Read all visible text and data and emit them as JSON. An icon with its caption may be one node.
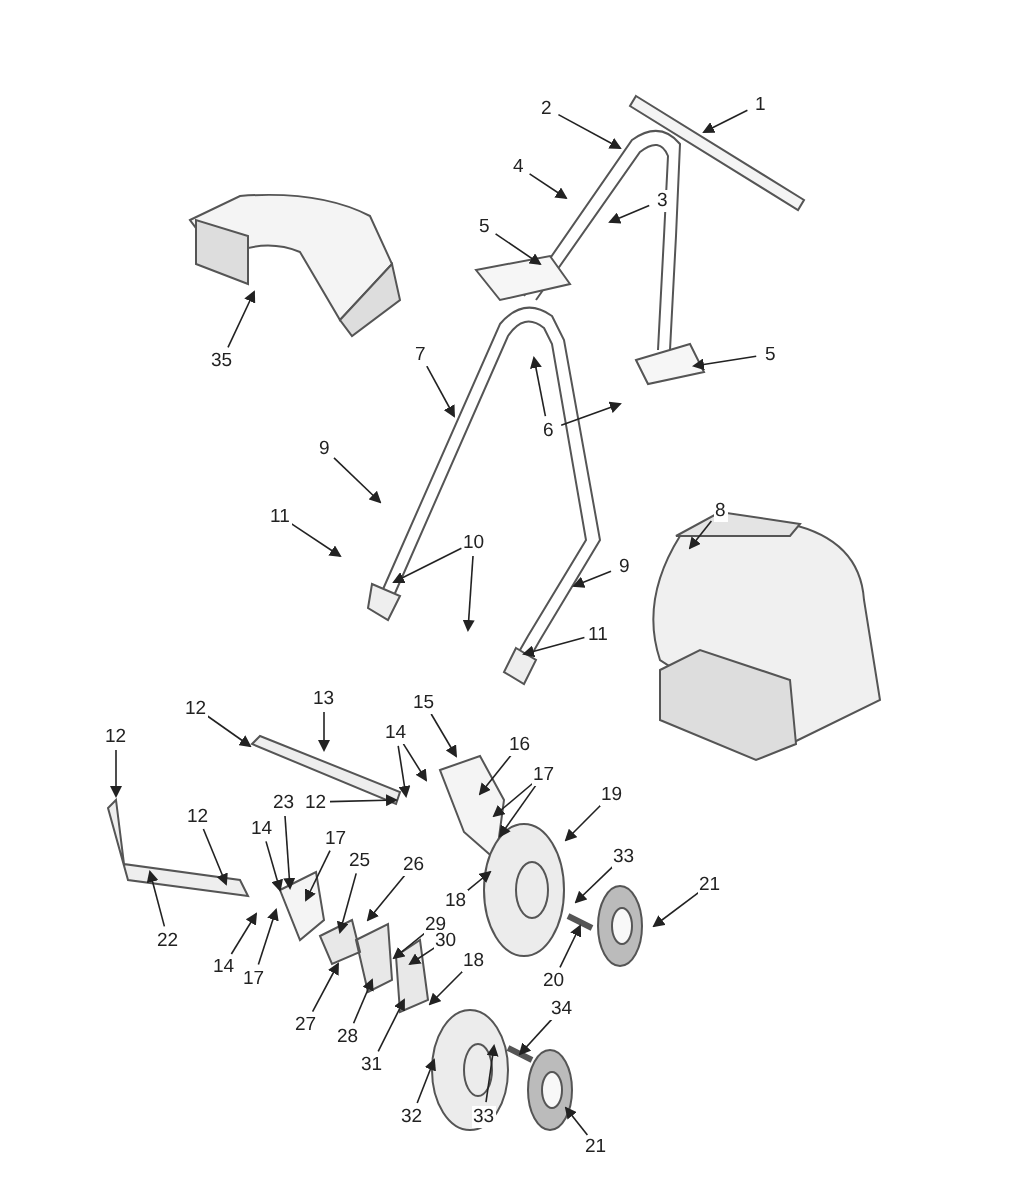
{
  "diagram": {
    "nodes": [
      {
        "text": [
          "1"
        ]
      },
      {
        "text": [
          "2"
        ]
      },
      {
        "text": [
          "4"
        ]
      },
      {
        "text": [
          "3"
        ]
      },
      {
        "text": [
          "5"
        ]
      },
      {
        "text": [
          "35"
        ]
      },
      {
        "text": [
          "7"
        ]
      },
      {
        "text": [
          "5"
        ]
      },
      {
        "text": [
          "6"
        ]
      },
      {
        "text": [
          "9"
        ]
      },
      {
        "text": [
          "11"
        ]
      },
      {
        "text": [
          "10"
        ]
      },
      {
        "text": [
          "8"
        ]
      },
      {
        "text": [
          "9"
        ]
      },
      {
        "text": [
          "11"
        ]
      },
      {
        "text": [
          "13"
        ]
      },
      {
        "text": [
          "12"
        ]
      },
      {
        "text": [
          "15"
        ]
      },
      {
        "text": [
          "12"
        ]
      },
      {
        "text": [
          "14"
        ]
      },
      {
        "text": [
          "16"
        ]
      },
      {
        "text": [
          "17"
        ]
      },
      {
        "text": [
          "12"
        ]
      },
      {
        "text": [
          "12"
        ]
      },
      {
        "text": [
          "23"
        ]
      },
      {
        "text": [
          "14"
        ]
      },
      {
        "text": [
          "17"
        ]
      },
      {
        "text": [
          "19"
        ]
      },
      {
        "text": [
          "25"
        ]
      },
      {
        "text": [
          "26"
        ]
      },
      {
        "text": [
          "18"
        ]
      },
      {
        "text": [
          "29"
        ]
      },
      {
        "text": [
          "33"
        ]
      },
      {
        "text": [
          "30"
        ]
      },
      {
        "text": [
          "21"
        ]
      },
      {
        "text": [
          "22"
        ]
      },
      {
        "text": [
          "18"
        ]
      },
      {
        "text": [
          "14"
        ]
      },
      {
        "text": [
          "17"
        ]
      },
      {
        "text": [
          "20"
        ]
      },
      {
        "text": [
          "34"
        ]
      },
      {
        "text": [
          "27"
        ]
      },
      {
        "text": [
          "28"
        ]
      },
      {
        "text": [
          "31"
        ]
      },
      {
        "text": [
          "33"
        ]
      },
      {
        "text": [
          "32"
        ]
      },
      {
        "text": [
          "21"
        ]
      }
    ],
    "edges": [
      {
        "from": 0,
        "to": null,
        "arrow": "to"
      },
      {
        "from": 1,
        "to": null,
        "arrow": "to"
      },
      {
        "from": 2,
        "to": null,
        "arrow": "to"
      },
      {
        "from": 3,
        "to": null,
        "arrow": "to"
      },
      {
        "from": 4,
        "to": null,
        "arrow": "to"
      },
      {
        "from": 5,
        "to": null,
        "arrow": "to"
      },
      {
        "from": 6,
        "to": null,
        "arrow": "to"
      },
      {
        "from": 7,
        "to": null,
        "arrow": "to"
      },
      {
        "from": 8,
        "to": null,
        "arrow": "to"
      },
      {
        "from": 8,
        "to": null,
        "arrow": "to"
      },
      {
        "from": 9,
        "to": null,
        "arrow": "to"
      },
      {
        "from": 10,
        "to": null,
        "arrow": "to"
      },
      {
        "from": 11,
        "to": null,
        "arrow": "to"
      },
      {
        "from": 11,
        "to": null,
        "arrow": "to"
      },
      {
        "from": 12,
        "to": null,
        "arrow": "to"
      },
      {
        "from": 13,
        "to": null,
        "arrow": "to"
      },
      {
        "from": 14,
        "to": null,
        "arrow": "to"
      },
      {
        "from": 15,
        "to": null,
        "arrow": "to"
      },
      {
        "from": 16,
        "to": null,
        "arrow": "to"
      },
      {
        "from": 17,
        "to": null,
        "arrow": "to"
      },
      {
        "from": 18,
        "to": null,
        "arrow": "to"
      },
      {
        "from": 19,
        "to": null,
        "arrow": "to"
      },
      {
        "from": 19,
        "to": null,
        "arrow": "to"
      },
      {
        "from": 20,
        "to": null,
        "arrow": "to"
      },
      {
        "from": 21,
        "to": null,
        "arrow": "to"
      },
      {
        "from": 21,
        "to": null,
        "arrow": "to"
      },
      {
        "from": 22,
        "to": null,
        "arrow": "to"
      },
      {
        "from": 23,
        "to": null,
        "arrow": "to"
      },
      {
        "from": 24,
        "to": null,
        "arrow": "to"
      },
      {
        "from": 25,
        "to": null,
        "arrow": "to"
      },
      {
        "from": 26,
        "to": null,
        "arrow": "to"
      },
      {
        "from": 27,
        "to": null,
        "arrow": "to"
      },
      {
        "from": 28,
        "to": null,
        "arrow": "to"
      },
      {
        "from": 29,
        "to": null,
        "arrow": "to"
      },
      {
        "from": 30,
        "to": null,
        "arrow": "to"
      },
      {
        "from": 31,
        "to": null,
        "arrow": "to"
      },
      {
        "from": 32,
        "to": null,
        "arrow": "to"
      },
      {
        "from": 33,
        "to": null,
        "arrow": "to"
      },
      {
        "from": 34,
        "to": null,
        "arrow": "to"
      },
      {
        "from": 35,
        "to": null,
        "arrow": "to"
      },
      {
        "from": 36,
        "to": null,
        "arrow": "to"
      },
      {
        "from": 37,
        "to": null,
        "arrow": "to"
      },
      {
        "from": 38,
        "to": null,
        "arrow": "to"
      },
      {
        "from": 39,
        "to": null,
        "arrow": "to"
      },
      {
        "from": 40,
        "to": null,
        "arrow": "to"
      },
      {
        "from": 41,
        "to": null,
        "arrow": "to"
      },
      {
        "from": 42,
        "to": null,
        "arrow": "to"
      },
      {
        "from": 43,
        "to": null,
        "arrow": "to"
      },
      {
        "from": 44,
        "to": null,
        "arrow": "to"
      },
      {
        "from": 45,
        "to": null,
        "arrow": "to"
      },
      {
        "from": 46,
        "to": null,
        "arrow": "to"
      }
    ]
  }
}
